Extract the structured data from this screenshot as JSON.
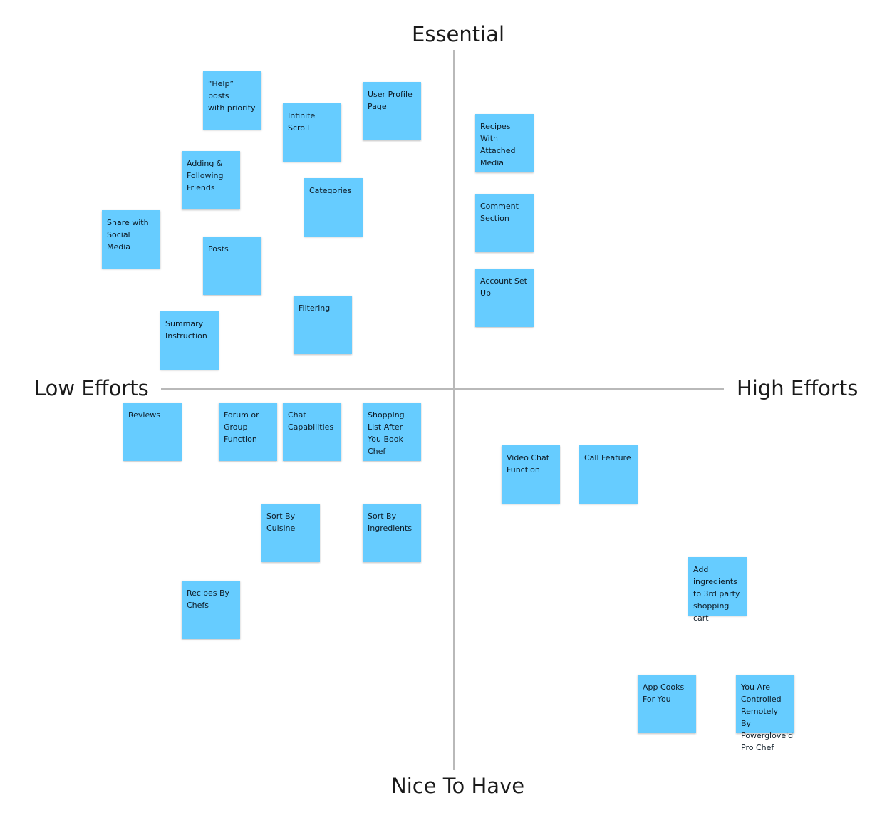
{
  "axes": {
    "top": "Essential",
    "bottom": "Nice To Have",
    "left": "Low Efforts",
    "right": "High Efforts",
    "line_color": "#b9b9b9"
  },
  "note_color": "#66ccff",
  "notes": [
    {
      "id": "help-posts",
      "text": "“Help” posts\nwith priority"
    },
    {
      "id": "infinite-scroll",
      "text": "Infinite Scroll"
    },
    {
      "id": "user-profile-page",
      "text": "User Profile\nPage"
    },
    {
      "id": "recipes-with-attached-media",
      "text": "Recipes With\nAttached\nMedia"
    },
    {
      "id": "adding-following-friends",
      "text": "Adding &\nFollowing\nFriends"
    },
    {
      "id": "categories",
      "text": "Categories"
    },
    {
      "id": "comment-section",
      "text": "Comment\nSection"
    },
    {
      "id": "share-with-social-media",
      "text": "Share with\nSocial Media"
    },
    {
      "id": "posts",
      "text": "Posts"
    },
    {
      "id": "account-set-up",
      "text": "Account Set\nUp"
    },
    {
      "id": "filtering",
      "text": "Filtering"
    },
    {
      "id": "summary-instruction",
      "text": "Summary\nInstruction"
    },
    {
      "id": "reviews",
      "text": "Reviews"
    },
    {
      "id": "forum-or-group-function",
      "text": "Forum or\nGroup\nFunction"
    },
    {
      "id": "chat-capabilities",
      "text": "Chat\nCapabilities"
    },
    {
      "id": "shopping-list",
      "text": "Shopping\nList After\nYou Book\nChef"
    },
    {
      "id": "video-chat-function",
      "text": "Video Chat\nFunction"
    },
    {
      "id": "call-feature",
      "text": "Call Feature"
    },
    {
      "id": "sort-by-cuisine",
      "text": "Sort By\nCuisine"
    },
    {
      "id": "sort-by-ingredients",
      "text": "Sort By\nIngredients"
    },
    {
      "id": "add-ingredients-3rd-party",
      "text": "Add\ningredients\nto 3rd party\nshopping\ncart"
    },
    {
      "id": "recipes-by-chefs",
      "text": "Recipes By\nChefs"
    },
    {
      "id": "app-cooks-for-you",
      "text": "App Cooks\nFor You"
    },
    {
      "id": "powerglove-pro-chef",
      "text": "You Are\nControlled\nRemotely By\nPowerglove'd\nPro Chef"
    }
  ]
}
